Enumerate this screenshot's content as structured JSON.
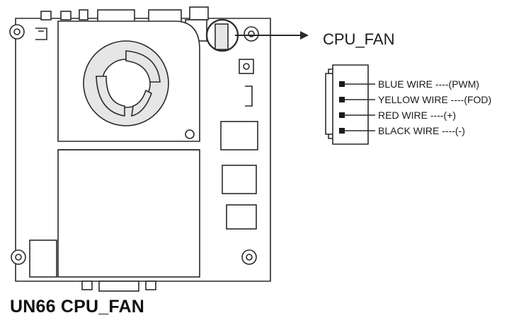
{
  "connector_title": "CPU_FAN",
  "caption": "UN66 CPU_FAN",
  "wires": [
    {
      "label": "BLUE WIRE ----(PWM)"
    },
    {
      "label": "YELLOW WIRE ----(FOD)"
    },
    {
      "label": "RED WIRE ----(+)"
    },
    {
      "label": "BLACK WIRE ----(-)"
    }
  ]
}
